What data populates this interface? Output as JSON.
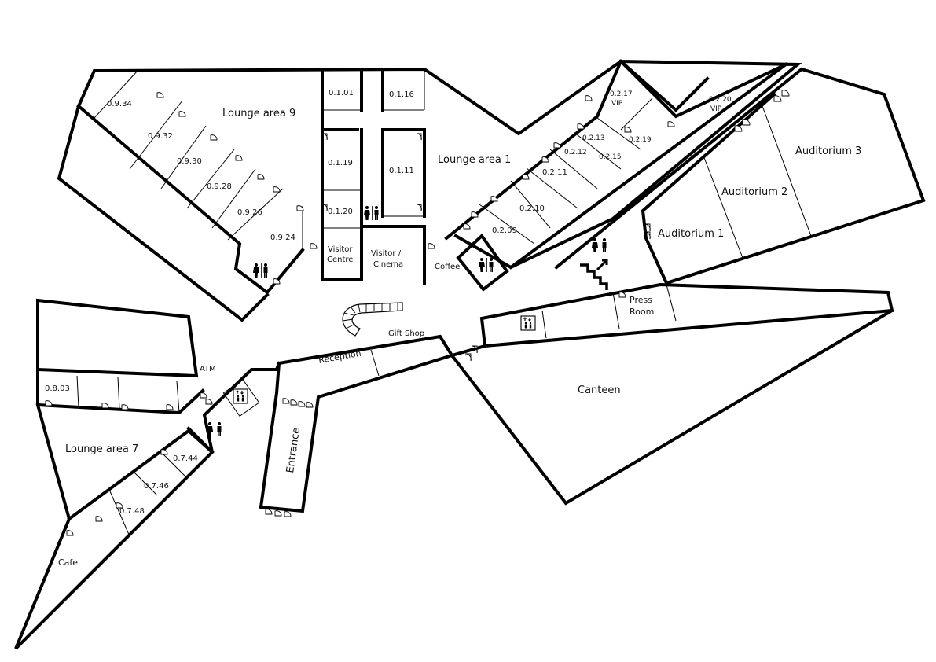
{
  "areas": {
    "lounge9": "Lounge area 9",
    "lounge1": "Lounge area 1",
    "lounge7": "Lounge area 7",
    "auditorium1": "Auditorium 1",
    "auditorium2": "Auditorium 2",
    "auditorium3": "Auditorium 3",
    "canteen": "Canteen",
    "entrance": "Entrance",
    "reception": "Reception",
    "gift_shop": "Gift Shop",
    "coffee": "Coffee",
    "atm": "ATM",
    "cafe": "Cafe",
    "press_room": [
      "Press",
      "Room"
    ],
    "visitor_centre": [
      "Visitor",
      "Centre"
    ],
    "visitor_cinema": [
      "Visitor /",
      "Cinema"
    ]
  },
  "rooms": {
    "r0934": "0.9.34",
    "r0932": "0.9.32",
    "r0930": "0.9.30",
    "r0928": "0.9.28",
    "r0926": "0.9.26",
    "r0924": "0.9.24",
    "r0101": "0.1.01",
    "r0116": "0.1.16",
    "r0119": "0.1.19",
    "r0111": "0.1.11",
    "r0120": "0.1.20",
    "r0209": "0.2.09",
    "r0210": "0.2.10",
    "r0211": "0.2.11",
    "r0212": "0.2.12",
    "r0213": "0.2.13",
    "r0215": "0.2.15",
    "r0219": "0.2.19",
    "r0217": [
      "0.2.17",
      "VIP"
    ],
    "r0220": [
      "0.2.20",
      "VIP"
    ],
    "r0803": "0.8.03",
    "r0744": "0.7.44",
    "r0746": "0.7.46",
    "r0748": "0.7.48"
  },
  "icons": {
    "restroom": "restroom-icon",
    "elevator": "elevator-icon",
    "stairs": "stairs-down-icon",
    "spiral": "spiral-staircase-icon",
    "door": "door-swing-icon"
  }
}
